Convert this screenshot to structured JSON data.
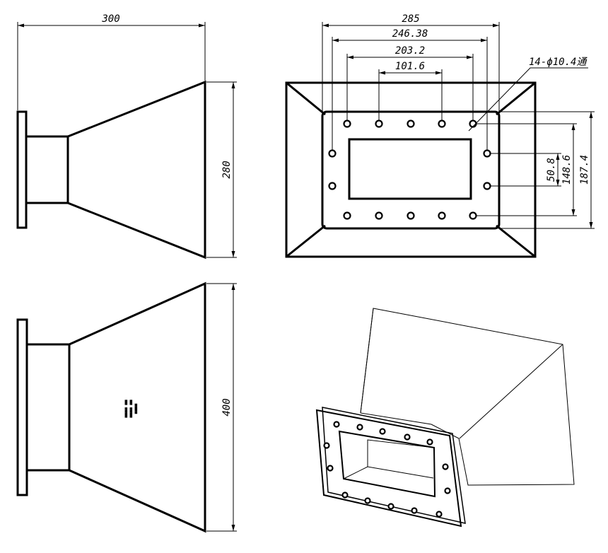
{
  "dimensions": {
    "side_length": "300",
    "side_height_top": "280",
    "front_width": "285",
    "hole_span_outer": "246.38",
    "hole_span_mid": "203.2",
    "hole_span_inner": "101.6",
    "hole_callout": "14-ϕ10.4通",
    "v_inner": "50.8",
    "v_mid": "148.6",
    "v_outer": "187.4",
    "side_height_bottom": "400"
  },
  "small_note": [
    "■■■■ ■■",
    "■■■■ ■■",
    "■■■■"
  ]
}
